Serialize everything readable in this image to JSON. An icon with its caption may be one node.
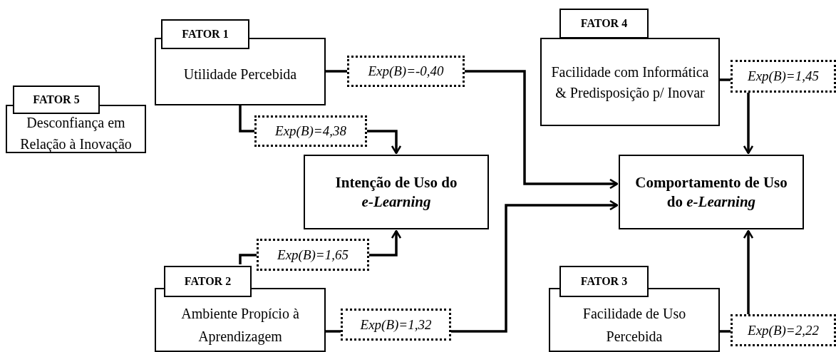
{
  "diagram": {
    "nodes": [
      {
        "text": [
          "FATOR 1",
          "Utilidade Percebida"
        ]
      },
      {
        "text": [
          "FATOR 4",
          "Facilidade com Informática & Predisposição p/ Inovar"
        ]
      },
      {
        "text": [
          "FATOR 5",
          "Desconfiança em Relação à Inovação"
        ]
      },
      {
        "text": [
          "Intenção de Uso do *e-Learning*"
        ]
      },
      {
        "text": [
          "Comportamento de Uso do *e-Learning*"
        ]
      },
      {
        "text": [
          "FATOR 2",
          "Ambiente Propício à Aprendizagem"
        ]
      },
      {
        "text": [
          "FATOR 3",
          "Facilidade de Uso Percebida"
        ]
      }
    ],
    "edges": [
      {
        "from": 0,
        "to": 4,
        "arrow": "to",
        "label": "Exp(B)=-0,40"
      },
      {
        "from": 0,
        "to": 3,
        "arrow": "to",
        "label": "Exp(B)=4,38"
      },
      {
        "from": 5,
        "to": 3,
        "arrow": "to",
        "label": "Exp(B)=1,65"
      },
      {
        "from": 5,
        "to": 4,
        "arrow": "to",
        "label": "Exp(B)=1,32"
      },
      {
        "from": 1,
        "to": 4,
        "arrow": "to",
        "label": "Exp(B)=1,45"
      },
      {
        "from": 6,
        "to": 4,
        "arrow": "to",
        "label": "Exp(B)=2,22"
      }
    ]
  }
}
